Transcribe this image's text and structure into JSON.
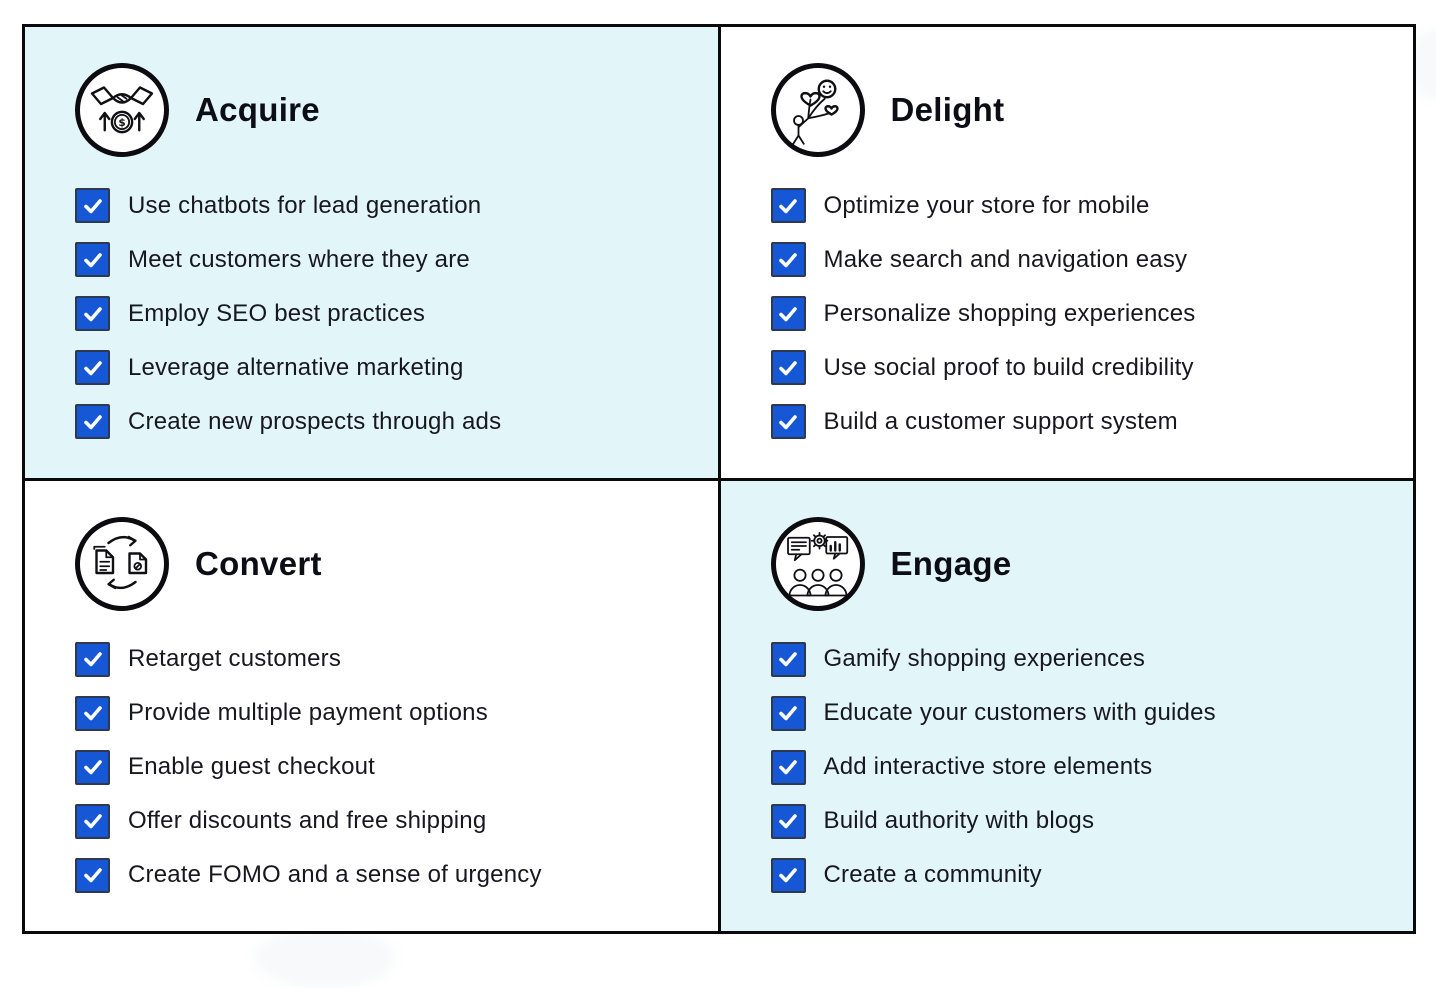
{
  "theme": {
    "checkbox_blue": "#1557d5",
    "checkbox_border": "#2e3950",
    "panel_tint": "#e2f5f9",
    "grid_line": "#0a0a0a",
    "title_color": "#0d0d15",
    "item_color": "#17171f"
  },
  "quadrants": [
    {
      "title": "Acquire",
      "icon": "handshake-money-icon",
      "items": [
        "Use chatbots for lead generation",
        "Meet customers where they are",
        "Employ SEO best practices",
        "Leverage alternative marketing",
        "Create new prospects through ads"
      ]
    },
    {
      "title": "Delight",
      "icon": "balloons-smiley-icon",
      "items": [
        "Optimize your store for mobile",
        "Make search and navigation easy",
        "Personalize shopping experiences",
        "Use social proof to build credibility",
        "Build a customer support system"
      ]
    },
    {
      "title": "Convert",
      "icon": "document-conversion-icon",
      "items": [
        "Retarget customers",
        "Provide multiple payment options",
        "Enable guest checkout",
        "Offer discounts and free shipping",
        "Create FOMO and a sense of urgency"
      ]
    },
    {
      "title": "Engage",
      "icon": "team-discussion-icon",
      "items": [
        "Gamify shopping experiences",
        "Educate your customers with guides",
        "Add interactive store elements",
        "Build authority with blogs",
        "Create a community"
      ]
    }
  ]
}
